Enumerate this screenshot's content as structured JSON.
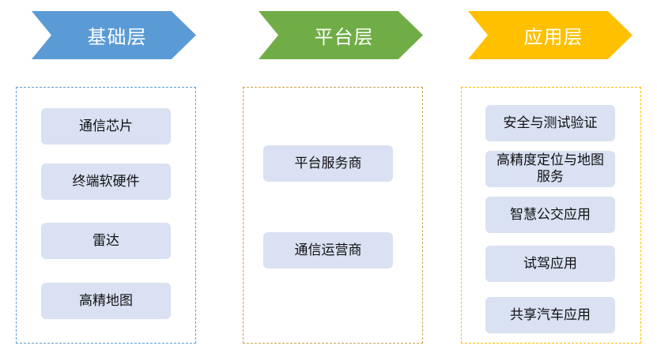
{
  "colors": {
    "foundation": "#5b9bd5",
    "platform": "#70ad47",
    "application": "#ffc000",
    "item_fill": "#d9e1f2"
  },
  "layers": [
    {
      "title": "基础层",
      "items": [
        "通信芯片",
        "终端软硬件",
        "雷达",
        "高精地图"
      ]
    },
    {
      "title": "平台层",
      "items": [
        "平台服务商",
        "通信运营商"
      ]
    },
    {
      "title": "应用层",
      "items": [
        "安全与测试验证",
        "高精度定位与地图服务",
        "智慧公交应用",
        "试驾应用",
        "共享汽车应用"
      ]
    }
  ]
}
